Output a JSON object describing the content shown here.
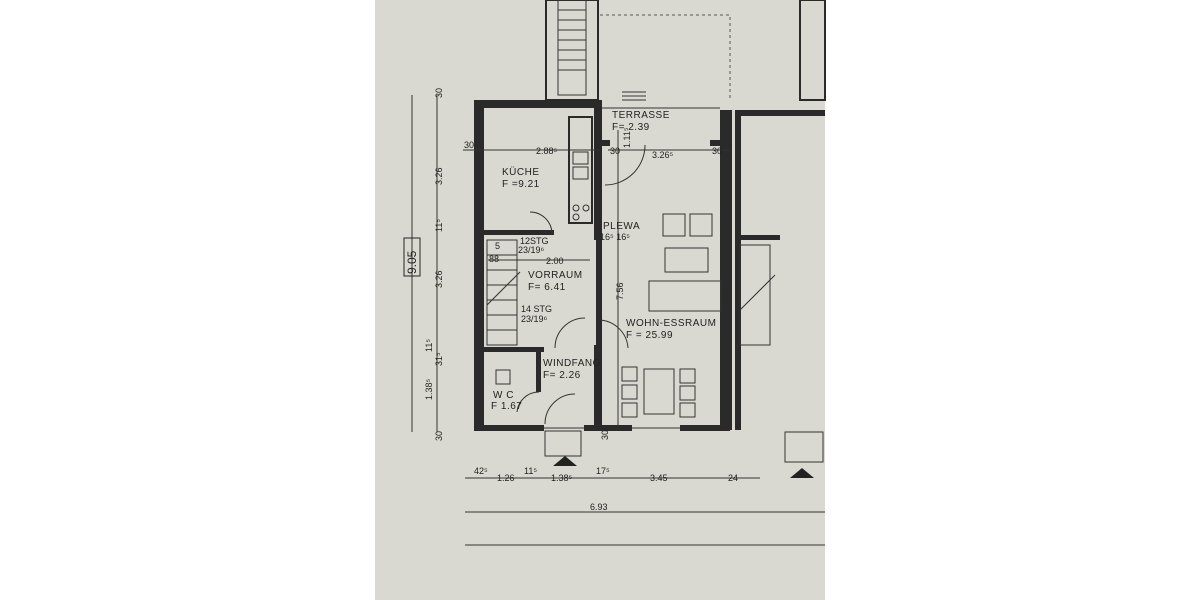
{
  "rooms": {
    "terrasse": {
      "name": "TERRASSE",
      "area": "F= 2.39"
    },
    "kueche": {
      "name": "KÜCHE",
      "area": "F =9.21"
    },
    "plewa": {
      "name": "PLEWA",
      "dims": "16⁵ 16⁵"
    },
    "vorraum": {
      "name": "VORRAUM",
      "area": "F= 6.41"
    },
    "wohn": {
      "name": "WOHN-ESSRAUM",
      "area": "F = 25.99"
    },
    "windfang": {
      "name": "WINDFANG",
      "area": "F= 2.26"
    },
    "wc": {
      "name": "W C",
      "area": "F 1.67"
    }
  },
  "stairs": {
    "upper": "12STG",
    "upper_ratio": "23/19⁶",
    "lower": "14 STG",
    "lower_ratio": "23/19⁶"
  },
  "dimensions": {
    "total_height": "9.05",
    "left_chain": [
      "30",
      "3.26",
      "11⁵",
      "3.26",
      "11⁵",
      "31⁵",
      "1.38⁵",
      "30"
    ],
    "kitchen_width": "2.88⁵",
    "left_30": "30",
    "mid_30": "30",
    "right_30": "30",
    "terrace_depth": "1.11⁵",
    "living_width": "3.26⁵",
    "stair_width": "88",
    "stair_5": "5",
    "vorraum_width": "2.00",
    "living_depth": "7.56",
    "bottom_30": "30",
    "bottom_chain": [
      "42⁵",
      "1.26",
      "11⁵",
      "1.38⁵",
      "17⁵",
      "3.45",
      "24"
    ],
    "total_width": "6.93"
  }
}
